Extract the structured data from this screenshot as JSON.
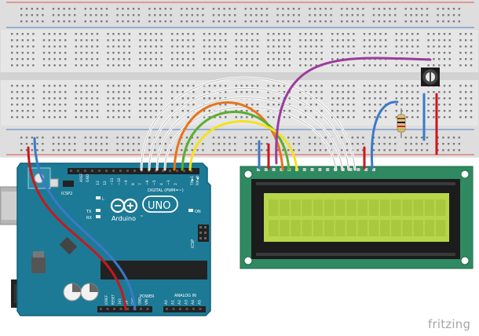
{
  "colors": {
    "breadboard": "#e4e4e4",
    "breadboard_edge": "#cfcfcf",
    "rail_red": "#e0534f",
    "rail_blue": "#4f7fc6",
    "arduino_board": "#1d7a96",
    "arduino_dark": "#0f5d75",
    "lcd_pcb": "#2f8a62",
    "lcd_bezel": "#1c1c1c",
    "lcd_glass": "#b8d64a",
    "wire_white": "#e6e6e6",
    "wire_red": "#c8181e",
    "wire_blue": "#3a79c8",
    "wire_purple": "#9b3d9a",
    "wire_orange": "#e8741c",
    "wire_green": "#5cae2f",
    "wire_yellow": "#f4e21d"
  },
  "arduino": {
    "brand_text": "Arduino",
    "model_text": "UNO",
    "tm_text": "™",
    "digital_label": "DIGITAL (PWM=~)",
    "analog_label": "ANALOG IN",
    "power_label": "POWER",
    "icsp_label": "ICSP",
    "icsp2_label": "ICSP2",
    "on_label": "ON",
    "led_l": "L",
    "led_tx": "TX",
    "led_rx": "RX",
    "aref_label": "AREF",
    "gnd_label": "GND",
    "tx_label": "TX▶1",
    "rx_label": "RX◀0",
    "digital_pins": [
      "13",
      "12",
      "~11",
      "~10",
      "~9",
      "8",
      "7",
      "~6",
      "~5",
      "4",
      "~3",
      "2"
    ],
    "power_pins": [
      "IOREF",
      "RESET",
      "3V3",
      "5V",
      "GND",
      "GND",
      "VIN"
    ],
    "analog_pins": [
      "A0",
      "A1",
      "A2",
      "A3",
      "A4",
      "A5"
    ]
  },
  "footer": {
    "brand": "fritzing"
  }
}
